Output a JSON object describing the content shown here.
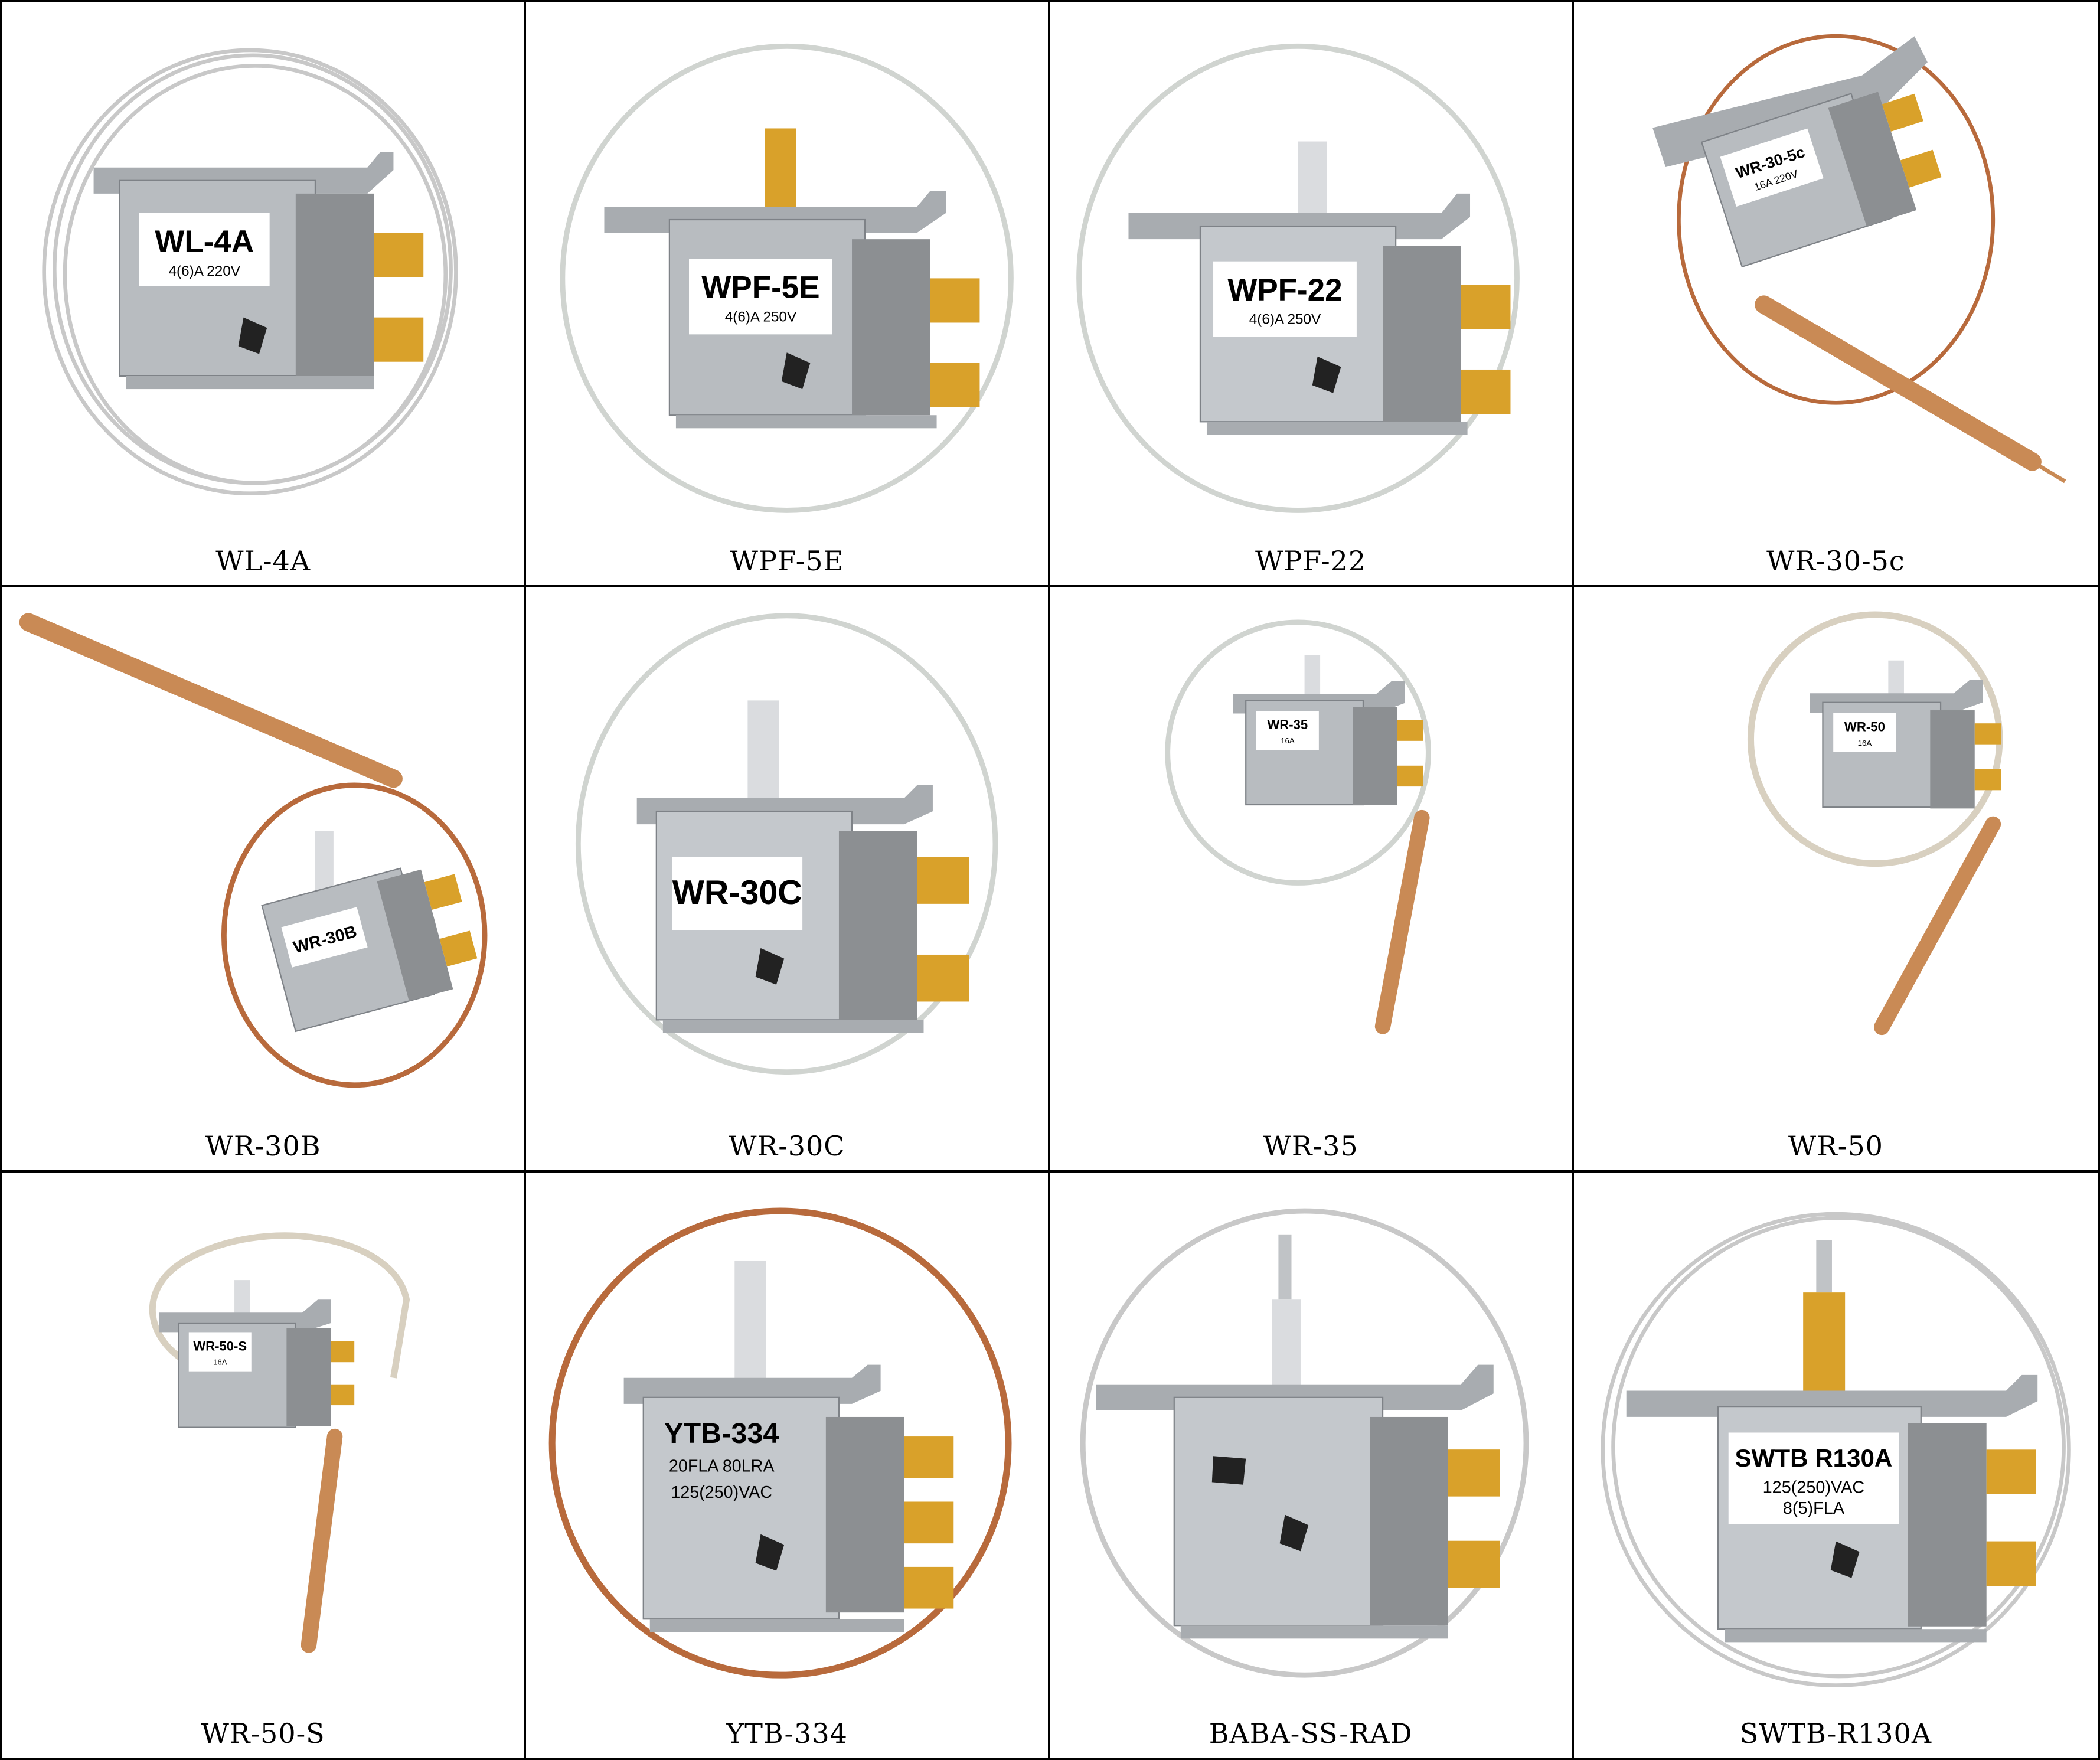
{
  "products": [
    {
      "caption": "WL-4A",
      "body_label": "WL-4A",
      "body_sub": "4(6)A 220V"
    },
    {
      "caption": "WPF-5E",
      "body_label": "WPF-5E",
      "body_sub": "4(6)A 250V"
    },
    {
      "caption": "WPF-22",
      "body_label": "WPF-22",
      "body_sub": "4(6)A 250V"
    },
    {
      "caption": "WR-30-5c",
      "body_label": "WR-30-5c",
      "body_sub": "16A 220V"
    },
    {
      "caption": "WR-30B",
      "body_label": "WR-30B",
      "body_sub": ""
    },
    {
      "caption": "WR-30C",
      "body_label": "WR-30C",
      "body_sub": ""
    },
    {
      "caption": "WR-35",
      "body_label": "WR-35",
      "body_sub": "16A"
    },
    {
      "caption": "WR-50",
      "body_label": "WR-50",
      "body_sub": "16A"
    },
    {
      "caption": "WR-50-S",
      "body_label": "WR-50-S",
      "body_sub": "16A"
    },
    {
      "caption": "YTB-334",
      "body_label": "YTB-334",
      "body_sub": "20FLA 80LRA",
      "body_sub2": "125(250)VAC"
    },
    {
      "caption": "BABA-SS-RAD",
      "body_label": "",
      "body_sub": ""
    },
    {
      "caption": "SWTB-R130A",
      "body_label": "SWTB R130A",
      "body_sub": "125(250)VAC",
      "body_sub2": "8(5)FLA"
    }
  ],
  "colors": {
    "border": "#000000",
    "capillary_silver": "#c8c8c8",
    "capillary_copper": "#b86a3c",
    "bulb_copper": "#c98a55",
    "steel_body": "#b8bcc0",
    "steel_dark": "#7e8287",
    "bracket": "#a8acb0",
    "terminal_brass": "#d9a12a",
    "plastic_grey": "#8c8f92",
    "label_white": "#ffffff"
  }
}
